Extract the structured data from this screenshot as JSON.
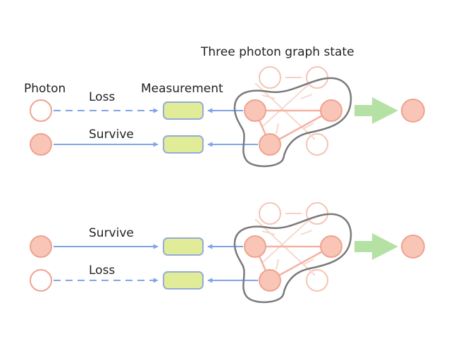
{
  "labels": {
    "graph_state_title": "Three photon graph state",
    "photon": "Photon",
    "measurement": "Measurement"
  },
  "rows": [
    {
      "status": "Loss"
    },
    {
      "status": "Survive"
    },
    {
      "status": "Survive"
    },
    {
      "status": "Loss"
    }
  ],
  "colors": {
    "photon_fill": "#f9c5b6",
    "photon_stroke": "#eea390",
    "graph_line": "#f3b2a2",
    "arrow_blue": "#7fa4e6",
    "measurement_fill": "#e1ec98",
    "measurement_stroke": "#96abd6",
    "outline": "#7a7a7a",
    "output_arrow": "#b5e2a4"
  }
}
